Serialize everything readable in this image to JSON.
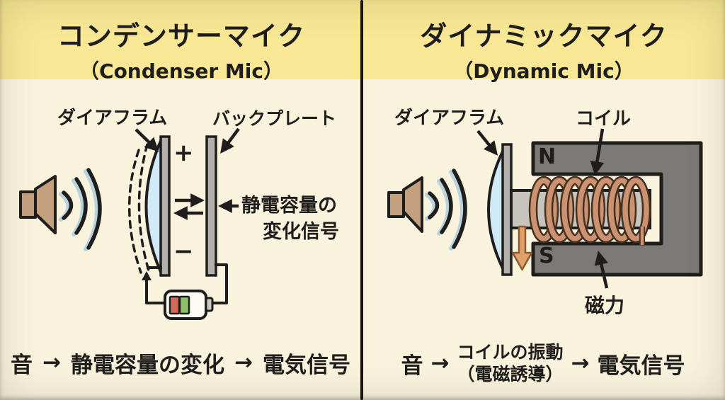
{
  "condenser": {
    "title": "コンデンサーマイク",
    "subtitle": "（Condenser Mic）",
    "diaphragm_label": "ダイアフラム",
    "backplate_label": "バックプレート",
    "signal_label_line1": "静電容量の",
    "signal_label_line2": "変化信号",
    "plus_sign": "+",
    "minus_sign": "−",
    "flow": {
      "input": "音",
      "arrow1": "→",
      "process": "静電容量の変化",
      "arrow2": "→",
      "output": "電気信号"
    }
  },
  "dynamic": {
    "title": "ダイナミックマイク",
    "subtitle": "（Dynamic Mic）",
    "diaphragm_label": "ダイアフラム",
    "coil_label": "コイル",
    "pole_n": "N",
    "pole_s": "S",
    "magnetism_label": "磁力",
    "flow": {
      "input": "音",
      "arrow1": "→",
      "process_line1": "コイルの振動",
      "process_line2": "（電磁誘導）",
      "arrow2": "→",
      "output": "電気信号"
    }
  },
  "colors": {
    "header_bg": "#f8e795",
    "body_bg": "#f9f3de",
    "ink": "#1f1e1c",
    "plate_gray": "#b3b1ac",
    "former_gray": "#c6c4bd",
    "magnet_gray": "#7b7a76",
    "membrane_blue": "#cfe9f6",
    "speaker_tan": "#c3a07e",
    "wave_shadow_blue": "#b9d3de",
    "coil_copper": "#cb9170",
    "coil_outline": "#43301f",
    "motion_arrow_orange": "#e0a169",
    "battery_red": "#d4685a",
    "battery_green": "#8fbe6b"
  }
}
